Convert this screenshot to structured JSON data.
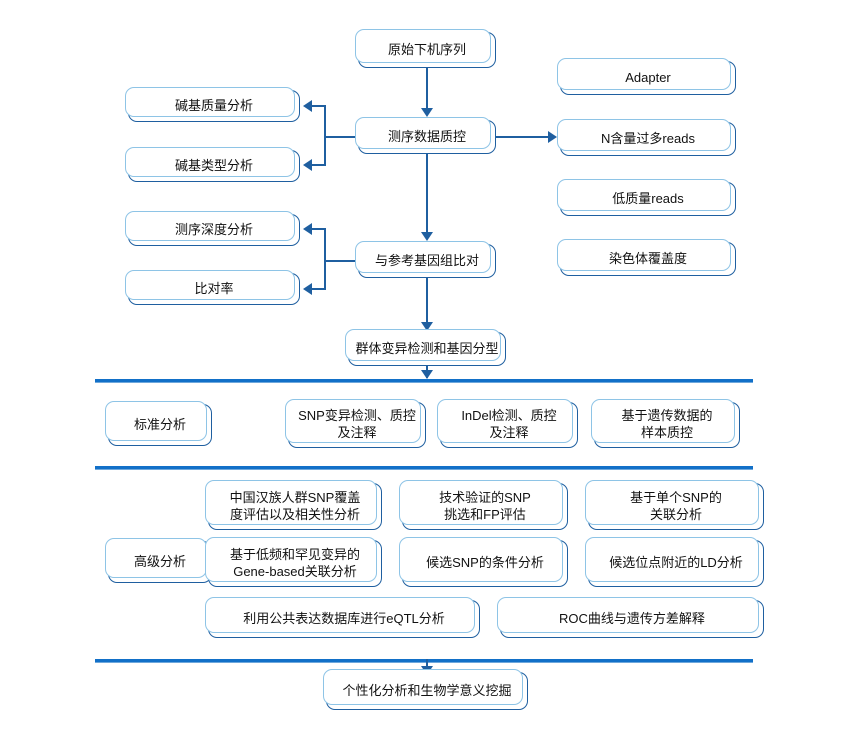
{
  "diagram": {
    "title_nodes": {
      "raw_sequence": "原始下机序列",
      "qc": "测序数据质控",
      "align": "与参考基因组比对",
      "variant_calling": "群体变异检测和基因分型",
      "final": "个性化分析和生物学意义挖掘"
    },
    "qc_outputs_left": [
      "碱基质量分析",
      "碱基类型分析"
    ],
    "qc_outputs_right": [
      "Adapter",
      "N含量过多reads",
      "低质量reads"
    ],
    "align_outputs_left": [
      "测序深度分析",
      "比对率"
    ],
    "align_outputs_right": [
      "染色体覆盖度"
    ],
    "standard_section": {
      "label": "标准分析",
      "items": [
        "SNP变异检测、质控\n及注释",
        "InDel检测、质控\n及注释",
        "基于遗传数据的\n样本质控"
      ]
    },
    "advanced_section": {
      "label": "高级分析",
      "row1": [
        "中国汉族人群SNP覆盖\n度评估以及相关性分析",
        "技术验证的SNP\n挑选和FP评估",
        "基于单个SNP的\n关联分析"
      ],
      "row2": [
        "基于低频和罕见变异的\nGene-based关联分析",
        "候选SNP的条件分析",
        "候选位点附近的LD分析"
      ],
      "row3": [
        "利用公共表达数据库进行eQTL分析",
        "ROC曲线与遗传方差解释"
      ]
    },
    "colors": {
      "node_border": "#1F5FA0",
      "node_ghost_border": "#8EC4E6",
      "connector": "#1F5FA0",
      "divider": "#1270C8",
      "background": "#FFFFFF"
    }
  }
}
